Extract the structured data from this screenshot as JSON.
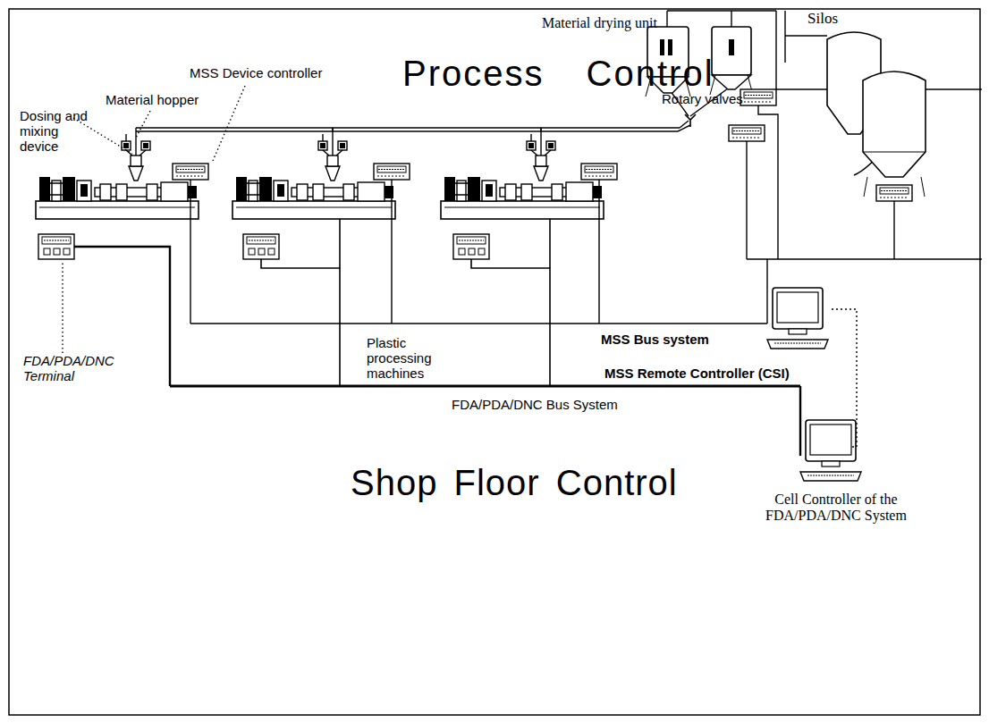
{
  "diagram": {
    "labels": [
      "Material drying unit",
      "Silos",
      "Process Control",
      "MSS Device controller",
      "Material hopper",
      "Dosing and mixing device",
      "Rotary valves",
      "FDA/PDA/DNC Terminal",
      "Plastic processing machines",
      "MSS Bus system",
      "MSS Remote Controller (CSI)",
      "FDA/PDA/DNC Bus System",
      "Shop Floor Control",
      "Cell Controller of the FDA/PDA/DNC System"
    ]
  }
}
